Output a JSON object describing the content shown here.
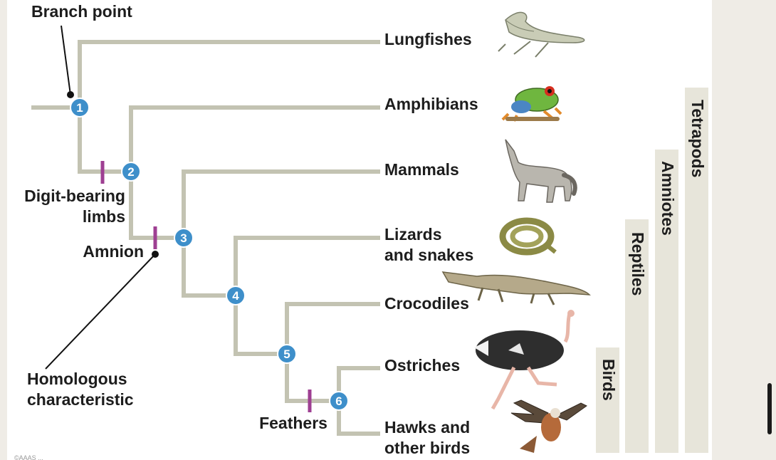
{
  "colors": {
    "branch": "#c3c3b2",
    "node_fill": "#3e8fca",
    "tick": "#9e3f92",
    "group_bar": "#e7e5da",
    "background": "#ffffff"
  },
  "taxa": [
    {
      "lines": [
        "Lungfishes"
      ],
      "icon": "lungfish-icon"
    },
    {
      "lines": [
        "Amphibians"
      ],
      "icon": "frog-icon"
    },
    {
      "lines": [
        "Mammals"
      ],
      "icon": "wolf-icon"
    },
    {
      "lines": [
        "Lizards",
        "and snakes"
      ],
      "icon": "snake-icon"
    },
    {
      "lines": [
        "Crocodiles"
      ],
      "icon": "crocodile-icon"
    },
    {
      "lines": [
        "Ostriches"
      ],
      "icon": "ostrich-icon"
    },
    {
      "lines": [
        "Hawks and",
        "other birds"
      ],
      "icon": "hawk-icon"
    }
  ],
  "nodes": [
    "1",
    "2",
    "3",
    "4",
    "5",
    "6"
  ],
  "characteristics": [
    {
      "lines": [
        "Digit-bearing",
        "limbs"
      ]
    },
    {
      "lines": [
        "Amnion"
      ]
    },
    {
      "lines": [
        "Feathers"
      ]
    }
  ],
  "annotations": {
    "branch_point": "Branch point",
    "homologous": [
      "Homologous",
      "characteristic"
    ]
  },
  "groups": [
    "Birds",
    "Reptiles",
    "Amniotes",
    "Tetrapods"
  ],
  "footer": "©AAAS ... "
}
